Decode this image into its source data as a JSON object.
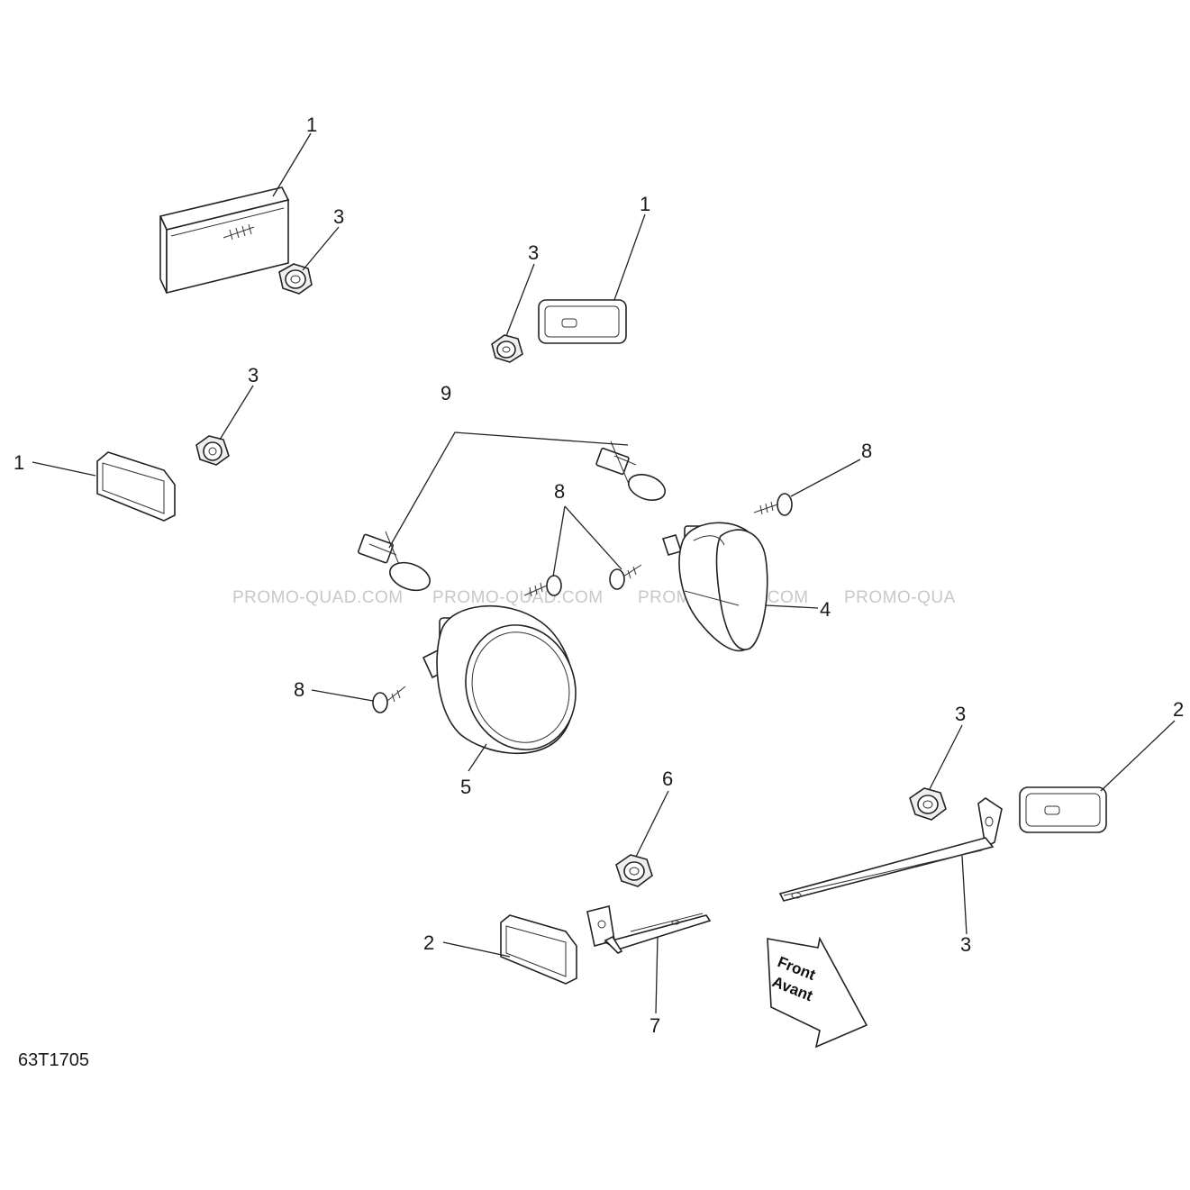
{
  "diagram": {
    "reference_code": "63T1705",
    "watermark": "PROMO-QUAD.COM",
    "watermark_cut": "PROMO-QUA",
    "front_arrow": {
      "line1": "Front",
      "line2": "Avant"
    },
    "callouts": [
      {
        "id": "c1a",
        "label": "1"
      },
      {
        "id": "c3a",
        "label": "3"
      },
      {
        "id": "c3b",
        "label": "3"
      },
      {
        "id": "c1b",
        "label": "1"
      },
      {
        "id": "c3c",
        "label": "3"
      },
      {
        "id": "c1c",
        "label": "1"
      },
      {
        "id": "c9",
        "label": "9"
      },
      {
        "id": "c8a",
        "label": "8"
      },
      {
        "id": "c8b",
        "label": "8"
      },
      {
        "id": "c4",
        "label": "4"
      },
      {
        "id": "c8c",
        "label": "8"
      },
      {
        "id": "c5",
        "label": "5"
      },
      {
        "id": "c3d",
        "label": "3"
      },
      {
        "id": "c2a",
        "label": "2"
      },
      {
        "id": "c3e",
        "label": "3"
      },
      {
        "id": "c6",
        "label": "6"
      },
      {
        "id": "c2b",
        "label": "2"
      },
      {
        "id": "c7",
        "label": "7"
      }
    ]
  }
}
